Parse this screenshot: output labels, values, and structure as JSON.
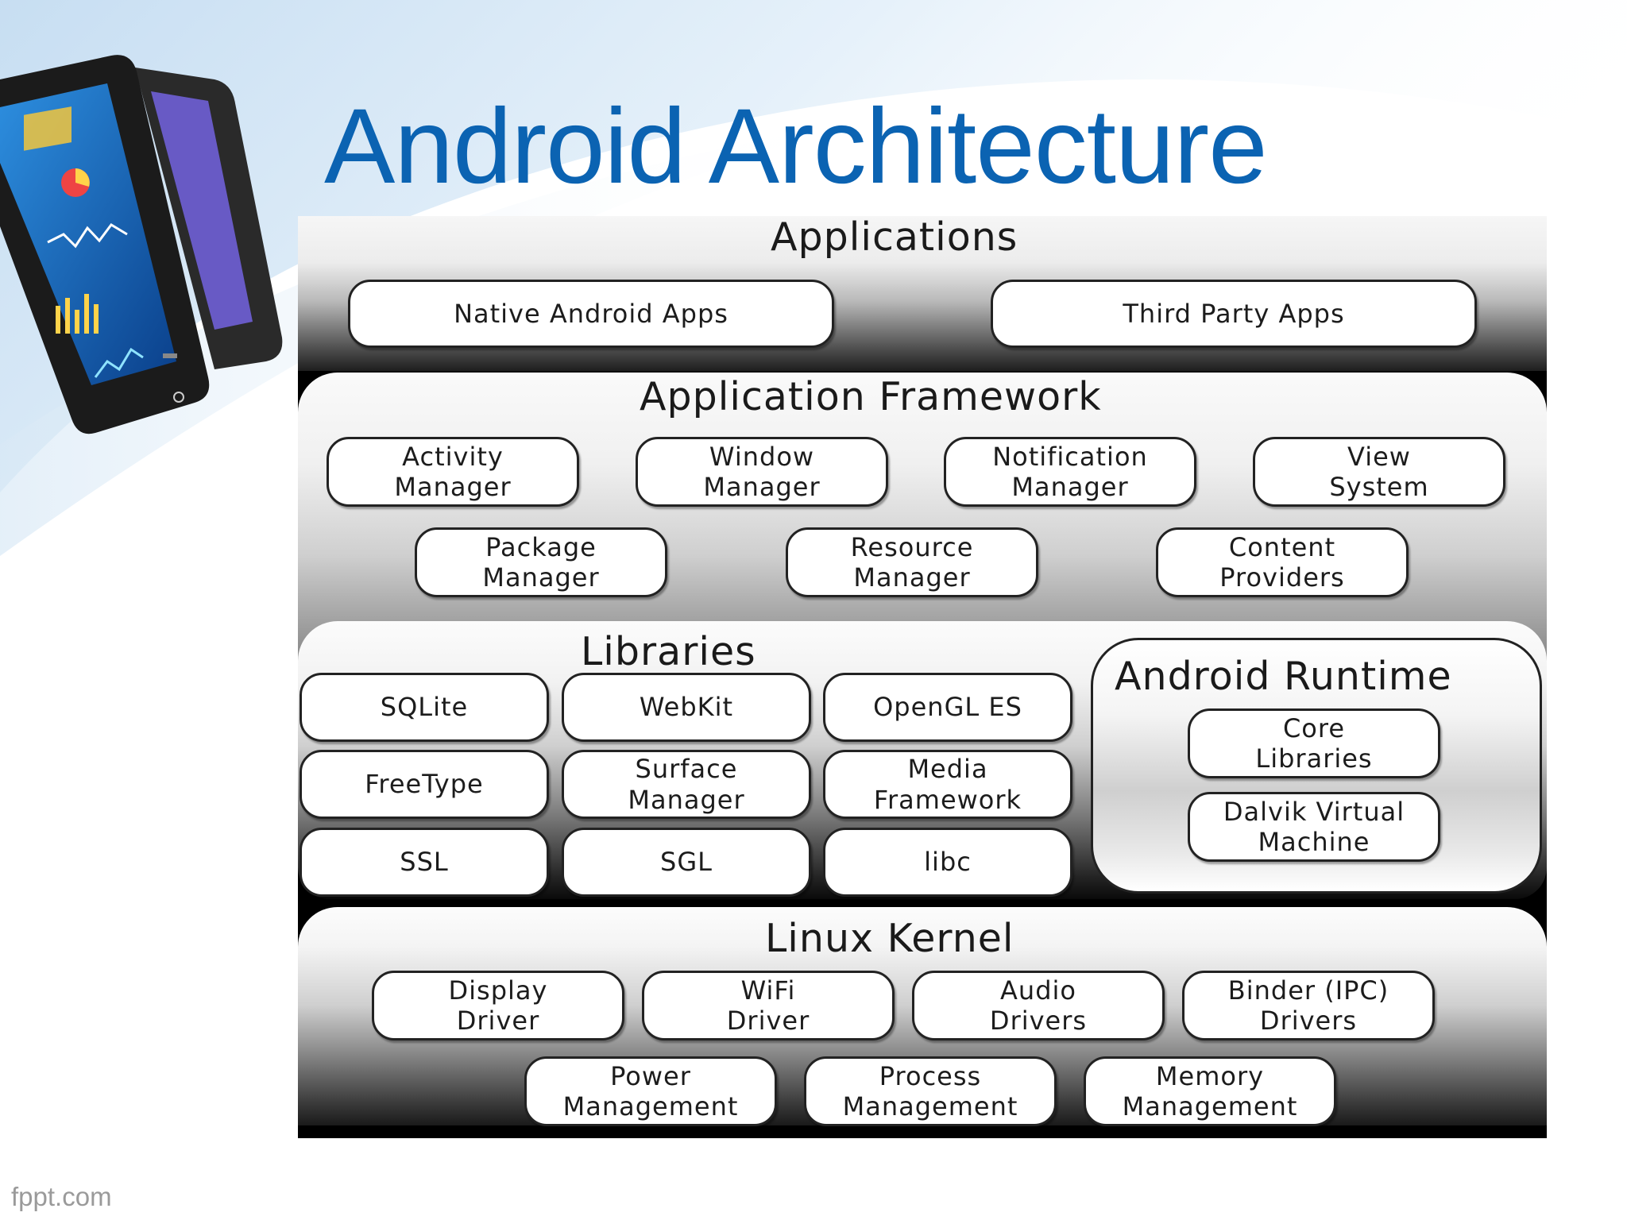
{
  "slide": {
    "title": "Android Architecture",
    "footer_brand": "fppt.com"
  },
  "colors": {
    "title": "#0b63b2",
    "swoosh": "#d6e9f7",
    "pill_border": "#222222",
    "footer": "#9a9a9a"
  },
  "diagram": {
    "applications": {
      "title": "Applications",
      "items": [
        "Native Android Apps",
        "Third Party Apps"
      ]
    },
    "application_framework": {
      "title": "Application Framework",
      "items": [
        "Activity\nManager",
        "Window\nManager",
        "Notification\nManager",
        "View\nSystem",
        "Package\nManager",
        "Resource\nManager",
        "Content\nProviders"
      ]
    },
    "libraries": {
      "title": "Libraries",
      "items": [
        "SQLite",
        "WebKit",
        "OpenGL ES",
        "FreeType",
        "Surface\nManager",
        "Media\nFramework",
        "SSL",
        "SGL",
        "libc"
      ]
    },
    "android_runtime": {
      "title": "Android Runtime",
      "items": [
        "Core\nLibraries",
        "Dalvik Virtual\nMachine"
      ]
    },
    "linux_kernel": {
      "title": "Linux Kernel",
      "items": [
        "Display\nDriver",
        "WiFi\nDriver",
        "Audio\nDrivers",
        "Binder (IPC)\nDrivers",
        "Power\nManagement",
        "Process\nManagement",
        "Memory\nManagement"
      ]
    }
  }
}
